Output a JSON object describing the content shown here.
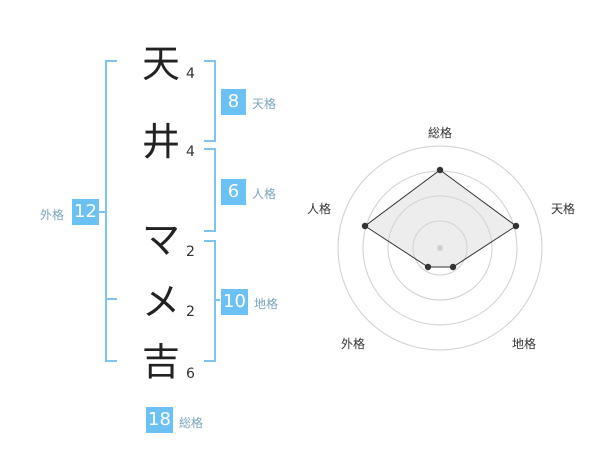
{
  "name_chars": [
    {
      "char": "天",
      "strokes": "4"
    },
    {
      "char": "井",
      "strokes": "4"
    },
    {
      "char": "マ",
      "strokes": "2"
    },
    {
      "char": "メ",
      "strokes": "2"
    },
    {
      "char": "吉",
      "strokes": "6"
    }
  ],
  "fortunes": {
    "tenkaku": {
      "label": "天格",
      "value": "8"
    },
    "jinkaku": {
      "label": "人格",
      "value": "6"
    },
    "chikaku": {
      "label": "地格",
      "value": "10"
    },
    "gaikaku": {
      "label": "外格",
      "value": "12"
    },
    "soukaku": {
      "label": "総格",
      "value": "18"
    }
  },
  "radar": {
    "labels": {
      "top": "総格",
      "right": "天格",
      "bottom_right": "地格",
      "bottom_left": "外格",
      "left": "人格"
    },
    "levels": 4
  },
  "colors": {
    "accent": "#6cc1f4",
    "bracket": "#7ec4ef",
    "label_text": "#7aa5bd"
  }
}
